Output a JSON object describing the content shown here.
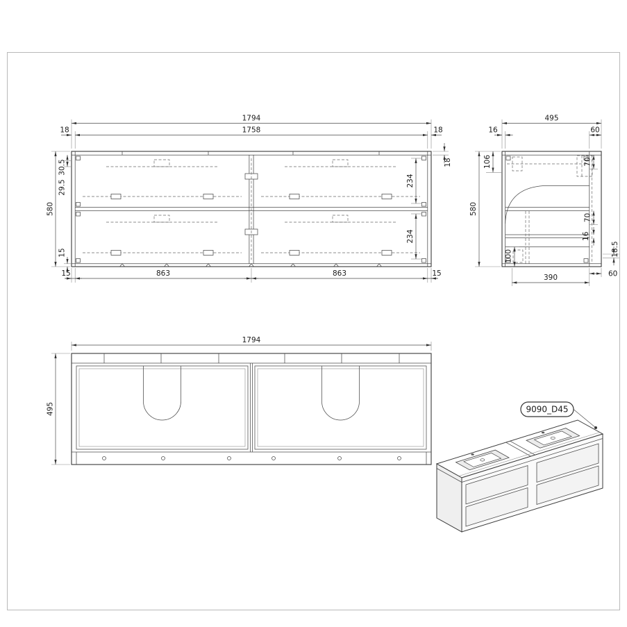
{
  "front_view": {
    "dim_1794": "1794",
    "dim_1758": "1758",
    "dim_18_left": "18",
    "dim_18_right": "18",
    "dim_18_vert": "18",
    "dim_580": "580",
    "dim_30_5": "30.5",
    "dim_29_5": "29.5",
    "dim_15_left": "15",
    "dim_234_upper": "234",
    "dim_234_lower": "234",
    "dim_15_bottom_left": "15",
    "dim_863_left": "863",
    "dim_863_right": "863",
    "dim_15_bottom_right": "15"
  },
  "side_view": {
    "dim_495": "495",
    "dim_16_top": "16",
    "dim_60_top": "60",
    "dim_106": "106",
    "dim_580": "580",
    "dim_70_upper": "70",
    "dim_70_lower": "70",
    "dim_16_right": "16",
    "dim_18_5": "18.5",
    "dim_100": "100",
    "dim_390": "390",
    "dim_60_bottom": "60"
  },
  "plan_view": {
    "dim_1794": "1794",
    "dim_495": "495"
  },
  "iso_view": {
    "label": "9090_D45"
  }
}
